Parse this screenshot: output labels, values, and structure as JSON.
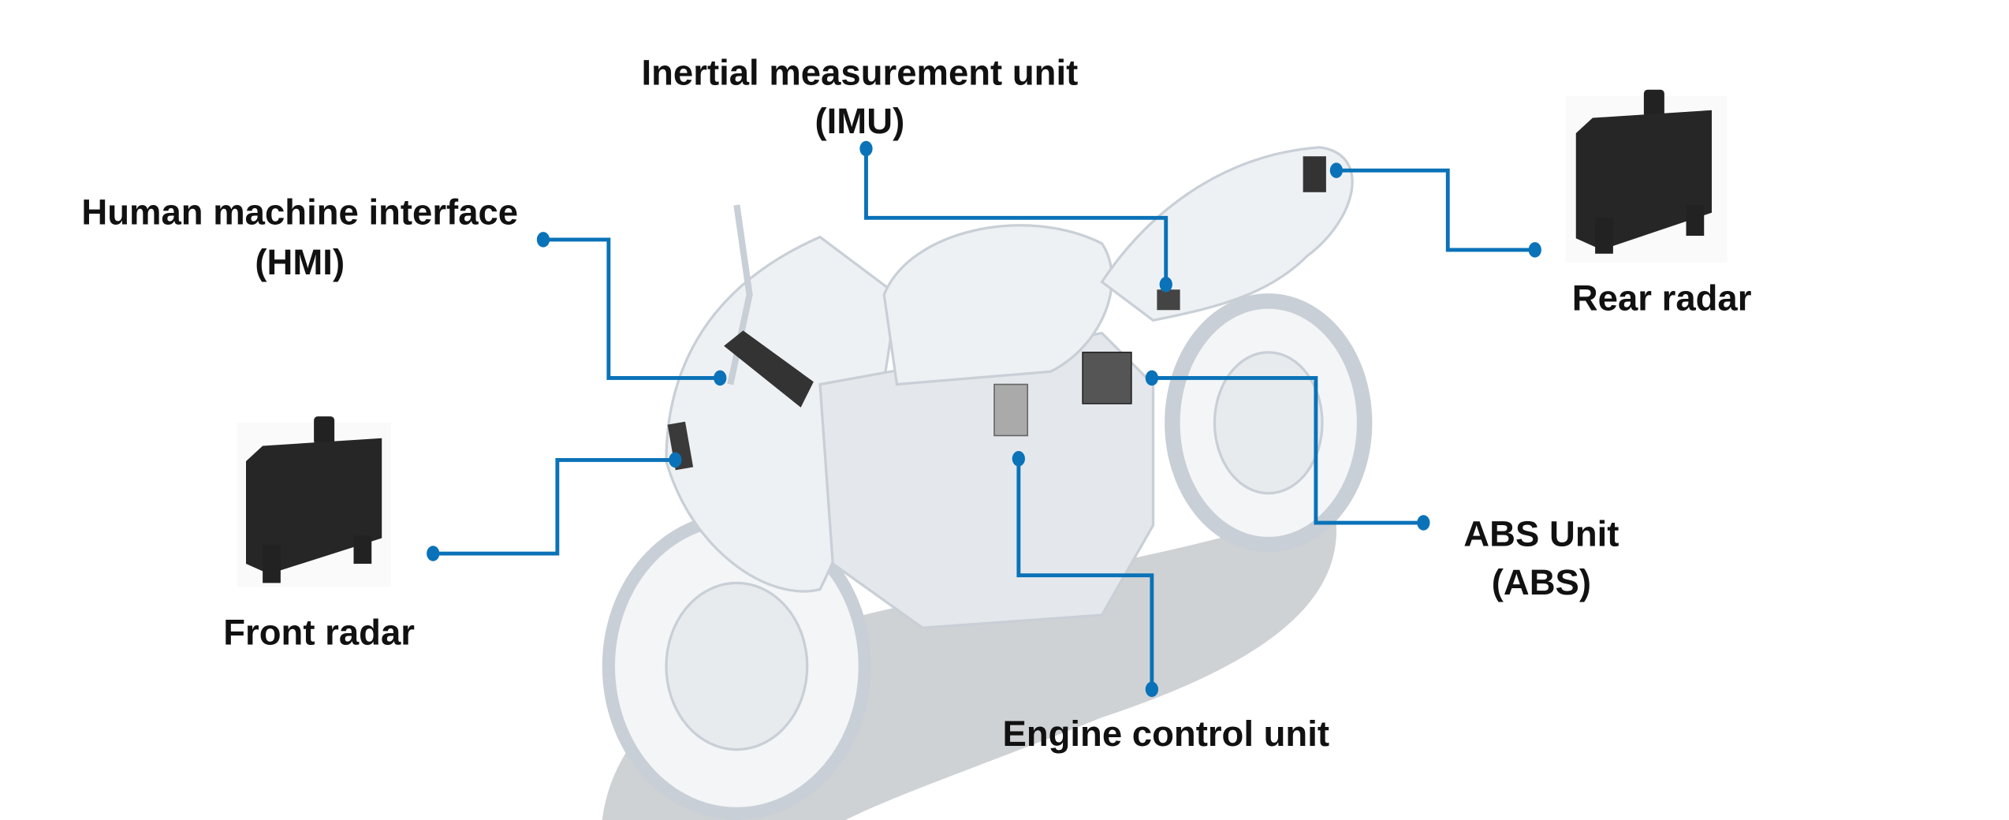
{
  "labels": {
    "imu": {
      "line1": "Inertial measurement unit",
      "line2": "(IMU)"
    },
    "hmi": {
      "line1": "Human machine interface",
      "line2": "(HMI)"
    },
    "front_radar": {
      "line1": "Front radar"
    },
    "rear_radar": {
      "line1": "Rear radar"
    },
    "abs": {
      "line1": "ABS Unit",
      "line2": "(ABS)"
    },
    "ecu": {
      "line1": "Engine control unit"
    }
  },
  "colors": {
    "callout": "#0a72b8",
    "text": "#111111",
    "module": "#2a2a2a",
    "bike": "#e6eaee"
  }
}
